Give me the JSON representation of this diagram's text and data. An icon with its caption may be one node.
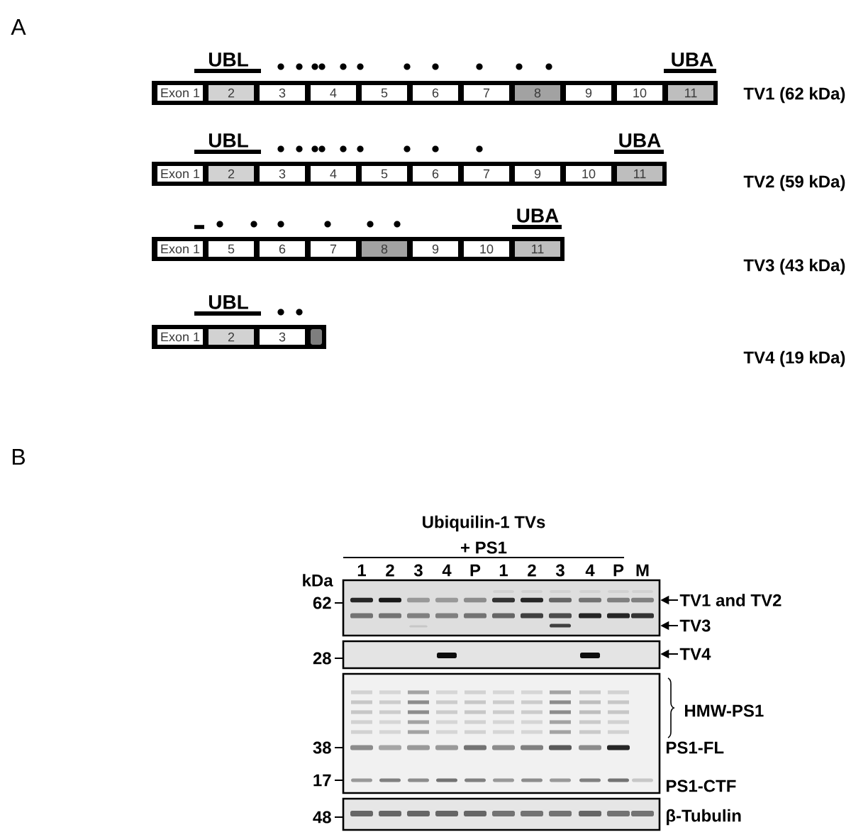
{
  "diagram": {
    "nodes": [
      {
        "text": [],
        "shape": "bar"
      },
      {
        "text": [
          "Exon 1"
        ],
        "in": 0
      },
      {
        "text": [
          "2"
        ],
        "in": 0
      },
      {
        "text": [
          "3"
        ],
        "in": 0
      },
      {
        "text": [
          "4"
        ],
        "in": 0
      },
      {
        "text": [
          "5"
        ],
        "in": 0
      },
      {
        "text": [
          "6"
        ],
        "in": 0
      },
      {
        "text": [
          "7"
        ],
        "in": 0
      },
      {
        "text": [
          "8"
        ],
        "in": 0
      },
      {
        "text": [
          "9"
        ],
        "in": 0
      },
      {
        "text": [
          "10"
        ],
        "in": 0
      },
      {
        "text": [
          "11"
        ],
        "in": 0
      },
      {
        "text": [],
        "shape": "bar"
      },
      {
        "text": [
          "Exon 1"
        ],
        "in": 12
      },
      {
        "text": [
          "2"
        ],
        "in": 12
      },
      {
        "text": [
          "3"
        ],
        "in": 12
      },
      {
        "text": [
          "4"
        ],
        "in": 12
      },
      {
        "text": [
          "5"
        ],
        "in": 12
      },
      {
        "text": [
          "6"
        ],
        "in": 12
      },
      {
        "text": [
          "7"
        ],
        "in": 12
      },
      {
        "text": [
          "9"
        ],
        "in": 12
      },
      {
        "text": [
          "10"
        ],
        "in": 12
      },
      {
        "text": [
          "11"
        ],
        "in": 12
      },
      {
        "text": [],
        "shape": "bar"
      },
      {
        "text": [
          "Exon 1"
        ],
        "in": 23
      },
      {
        "text": [
          "5"
        ],
        "in": 23
      },
      {
        "text": [
          "6"
        ],
        "in": 23
      },
      {
        "text": [
          "7"
        ],
        "in": 23
      },
      {
        "text": [
          "8"
        ],
        "in": 23
      },
      {
        "text": [
          "9"
        ],
        "in": 23
      },
      {
        "text": [
          "10"
        ],
        "in": 23
      },
      {
        "text": [
          "11"
        ],
        "in": 23
      },
      {
        "text": [],
        "shape": "bar"
      },
      {
        "text": [
          "Exon 1"
        ],
        "in": 32
      },
      {
        "text": [
          "2"
        ],
        "in": 32
      },
      {
        "text": [
          "3"
        ],
        "in": 32
      },
      {
        "text": [],
        "shape": "box",
        "in": 32
      },
      {
        "text": [],
        "shape": "picture"
      },
      {
        "text": [
          "TV1 and TV2"
        ]
      },
      {
        "text": [
          "TV3"
        ]
      },
      {
        "text": [],
        "shape": "picture"
      },
      {
        "text": [
          "TV4"
        ]
      },
      {
        "text": [],
        "shape": "picture"
      },
      {
        "text": [],
        "shape": "picture"
      }
    ],
    "edges": [
      {
        "from": 38,
        "to": 37,
        "arrow": "to"
      },
      {
        "from": 39,
        "to": 37,
        "arrow": "to"
      },
      {
        "from": 41,
        "to": 40,
        "arrow": "to"
      }
    ],
    "labels": [
      "A",
      "UBL",
      "UBA",
      "TV1 (62 kDa)",
      "UBL",
      "UBA",
      "TV2 (59 kDa)",
      "UBA",
      "TV3 (43 kDa)",
      "UBL",
      "TV4 (19 kDa)",
      "B",
      "Ubiquilin-1 TVs",
      "+ PS1",
      "1",
      "2",
      "3",
      "4",
      "P",
      "1",
      "2",
      "3",
      "4",
      "P",
      "M",
      "kDa",
      "62",
      "28",
      "38",
      "17",
      "48",
      "HMW-PS1",
      "PS1-FL",
      "PS1-CTF",
      "β-Tubulin"
    ]
  }
}
